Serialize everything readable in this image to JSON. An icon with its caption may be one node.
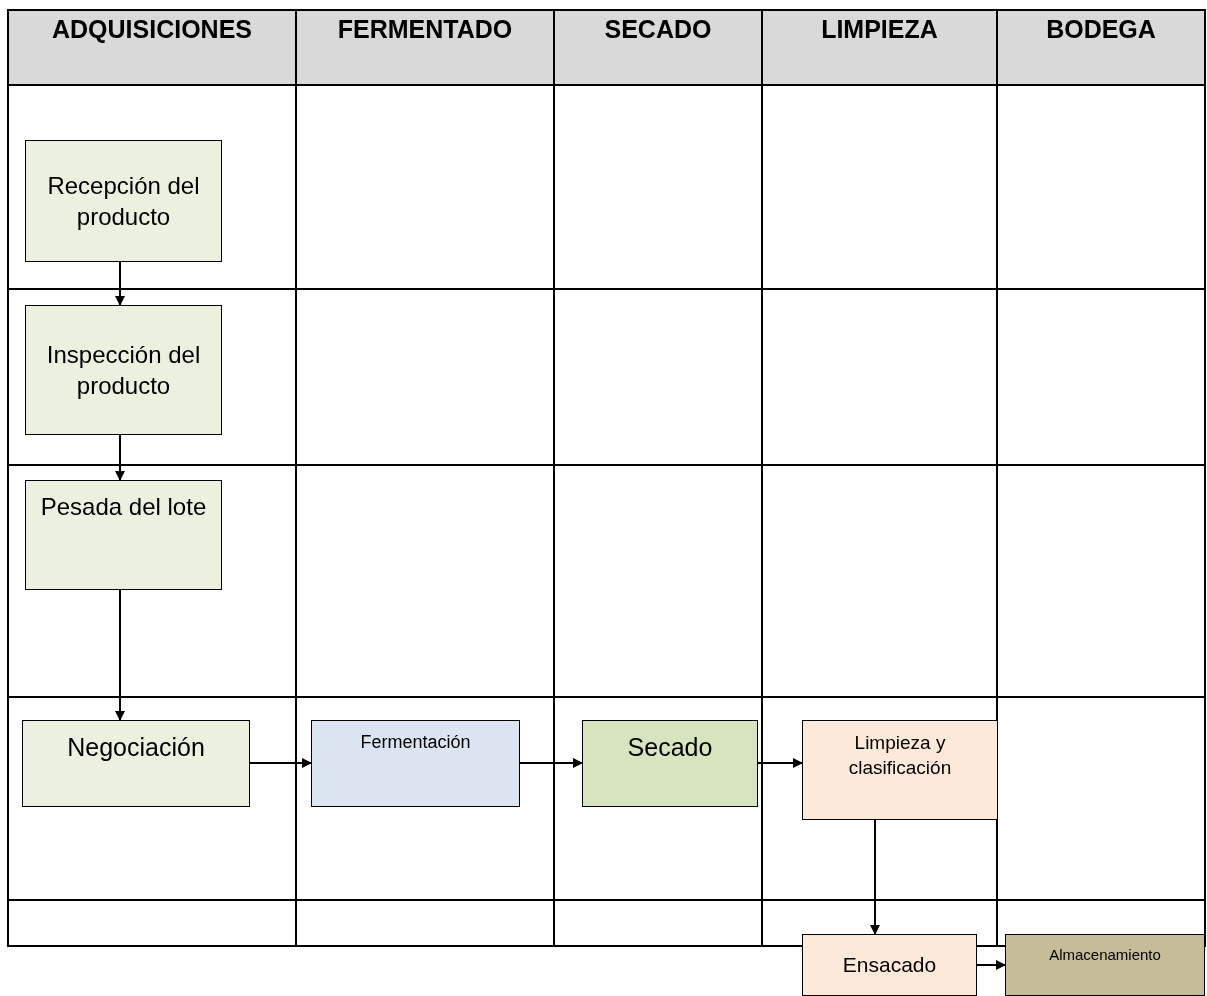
{
  "diagram": {
    "nodes": [
      {
        "text": [
          "Recepción del producto"
        ]
      },
      {
        "text": [
          "Inspección del producto"
        ]
      },
      {
        "text": [
          "Pesada del lote"
        ]
      },
      {
        "text": [
          "Negociación"
        ]
      },
      {
        "text": [
          "Fermentación"
        ]
      },
      {
        "text": [
          "Secado"
        ]
      },
      {
        "text": [
          "Limpieza y clasificación"
        ]
      },
      {
        "text": [
          "Ensacado"
        ]
      },
      {
        "text": [
          "Almacenamiento"
        ]
      }
    ],
    "edges": [
      {
        "from": 0,
        "to": 1,
        "arrow": "to"
      },
      {
        "from": 1,
        "to": 2,
        "arrow": "to"
      },
      {
        "from": 2,
        "to": 3,
        "arrow": "to"
      },
      {
        "from": 3,
        "to": 4,
        "arrow": "to"
      },
      {
        "from": 4,
        "to": 5,
        "arrow": "to"
      },
      {
        "from": 5,
        "to": 6,
        "arrow": "to"
      },
      {
        "from": 6,
        "to": 7,
        "arrow": "to"
      },
      {
        "from": 7,
        "to": 8,
        "arrow": "to"
      }
    ],
    "labels": [
      "ADQUISICIONES",
      "FERMENTADO",
      "SECADO",
      "LIMPIEZA",
      "BODEGA"
    ]
  }
}
